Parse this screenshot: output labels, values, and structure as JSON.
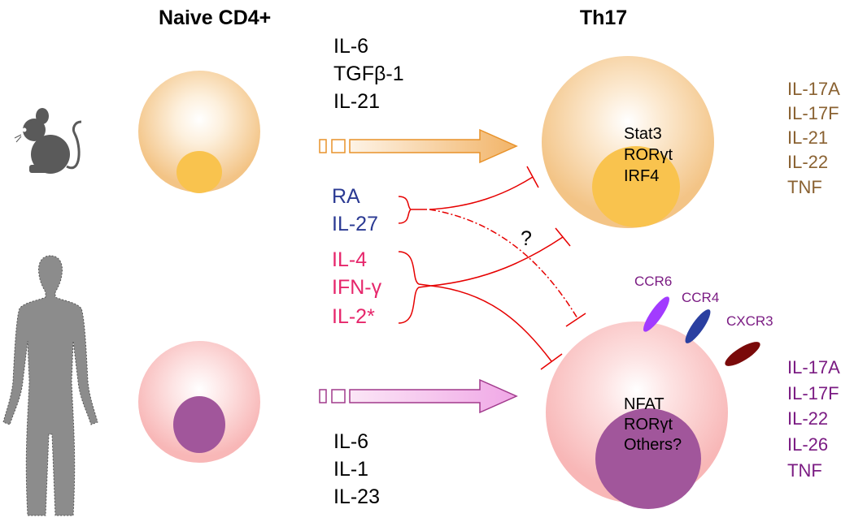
{
  "headers": {
    "naive": "Naive CD4+",
    "th17": "Th17"
  },
  "mouse_inducers": [
    "IL-6",
    "TGFβ-1",
    "IL-21"
  ],
  "human_inducers": [
    "IL-6",
    "IL-1",
    "IL-23"
  ],
  "mouse_th17_factors": [
    "Stat3",
    "RORγt",
    "IRF4"
  ],
  "human_th17_factors": [
    "NFAT",
    "RORγt",
    "Others?"
  ],
  "mouse_cytokines": [
    "IL-17A",
    "IL-17F",
    "IL-21",
    "IL-22",
    "TNF"
  ],
  "human_cytokines": [
    "IL-17A",
    "IL-17F",
    "IL-22",
    "IL-26",
    "TNF"
  ],
  "inhibitors_group1": [
    "RA",
    "IL-27"
  ],
  "inhibitors_group2": [
    "IL-4",
    "IFN-γ",
    "IL-2*"
  ],
  "question_mark": "?",
  "receptors": [
    "CCR6",
    "CCR4",
    "CXCR3"
  ],
  "icons": [
    "mouse-icon",
    "human-icon"
  ],
  "colors": {
    "mouse_cell": "#f5c98a",
    "mouse_nucleus": "#f9c34e",
    "mouse_arrow": "#e8922a",
    "mouse_text": "#8a6232",
    "human_cell": "#f9b9b9",
    "human_nucleus": "#a1569b",
    "human_arrow": "#a13a8c",
    "human_text": "#7b1c83",
    "inhibitor_blue": "#2b3a93",
    "inhibitor_pink": "#e6266b",
    "inhibit_line": "#e60000",
    "ccr6": "#a23bff",
    "ccr4": "#2a3fa0",
    "cxcr3": "#7a0a0a",
    "silhouette": "#5a5a5a"
  }
}
